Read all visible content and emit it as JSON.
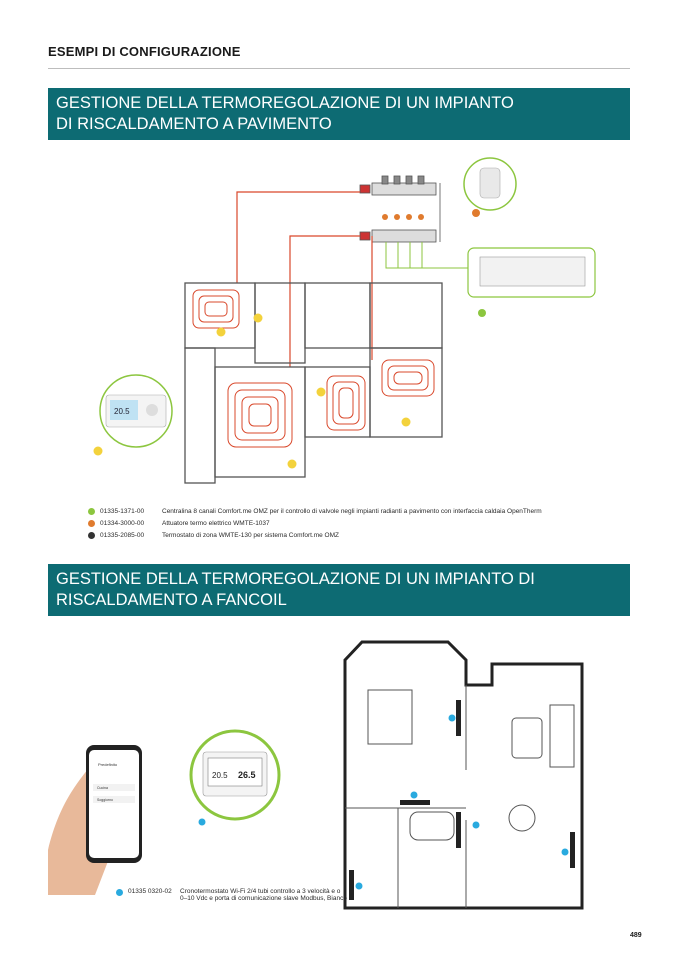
{
  "header": {
    "section_title": "ESEMPI DI CONFIGURAZIONE"
  },
  "banners": [
    {
      "line1": "GESTIONE DELLA TERMOREGOLAZIONE DI UN IMPIANTO",
      "line2": "DI RISCALDAMENTO A PAVIMENTO"
    },
    {
      "line1": "GESTIONE DELLA TERMOREGOLAZIONE DI UN IMPIANTO DI",
      "line2": "RISCALDAMENTO A FANCOIL"
    }
  ],
  "legend_floor": [
    {
      "color": "#8cc63f",
      "code": "01335-1371-00",
      "text": "Centralina 8 canali Comfort.me OMZ per il controllo di valvole negli impianti radianti a pavimento con interfaccia caldaia OpenTherm"
    },
    {
      "color": "#e07b2e",
      "code": "01334-3000-00",
      "text": "Attuatore termo elettrico WMTE-1037"
    },
    {
      "color": "#333333",
      "code": "01335-2085-00",
      "text": "Termostato di zona WMTE-130 per sistema Comfort.me OMZ"
    }
  ],
  "legend_fancoil": [
    {
      "color": "#29aadf",
      "code": "01335 0320-02",
      "text_line1": "Cronotermostato Wi-Fi 2/4 tubi controllo a 3 velocità e o",
      "text_line2": "0–10 Vdc e porta di comunicazione slave Modbus, Bianco"
    }
  ],
  "thermostat_floor": {
    "display": "20.5"
  },
  "thermostat_fancoil": {
    "display_left": "20.5",
    "display_right": "26.5"
  },
  "phone": {
    "app_title": "Predefinito",
    "item1": "Cucina",
    "item2": "Soggiorno"
  },
  "colors": {
    "banner": "#0d6b73",
    "pipe": "#d9482b",
    "green": "#8cc63f",
    "orange": "#e07b2e",
    "blue": "#29aadf"
  },
  "page_number": "489"
}
